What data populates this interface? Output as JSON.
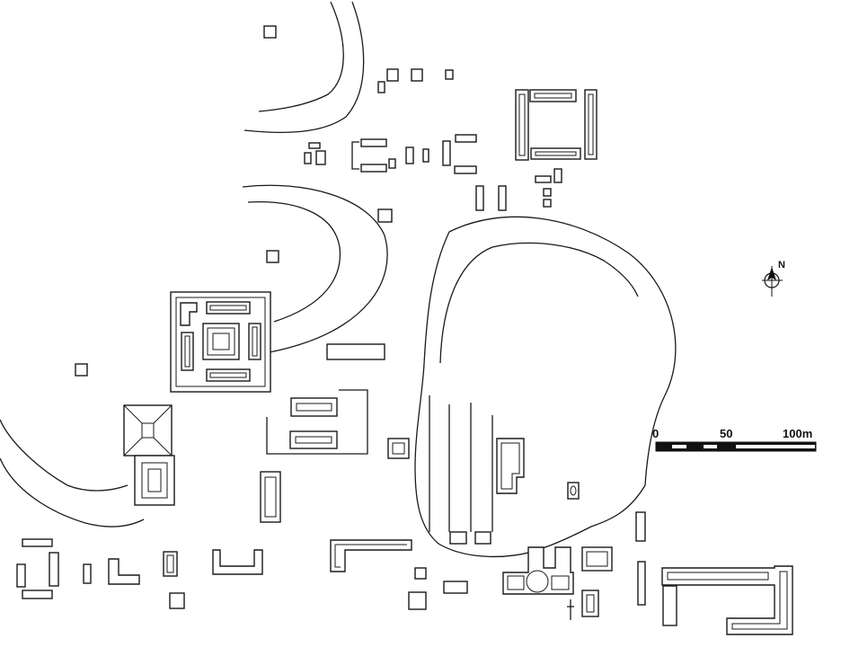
{
  "compass": {
    "north_label": "N"
  },
  "scale_bar": {
    "tick_labels": [
      "0",
      "50",
      "100m"
    ]
  }
}
